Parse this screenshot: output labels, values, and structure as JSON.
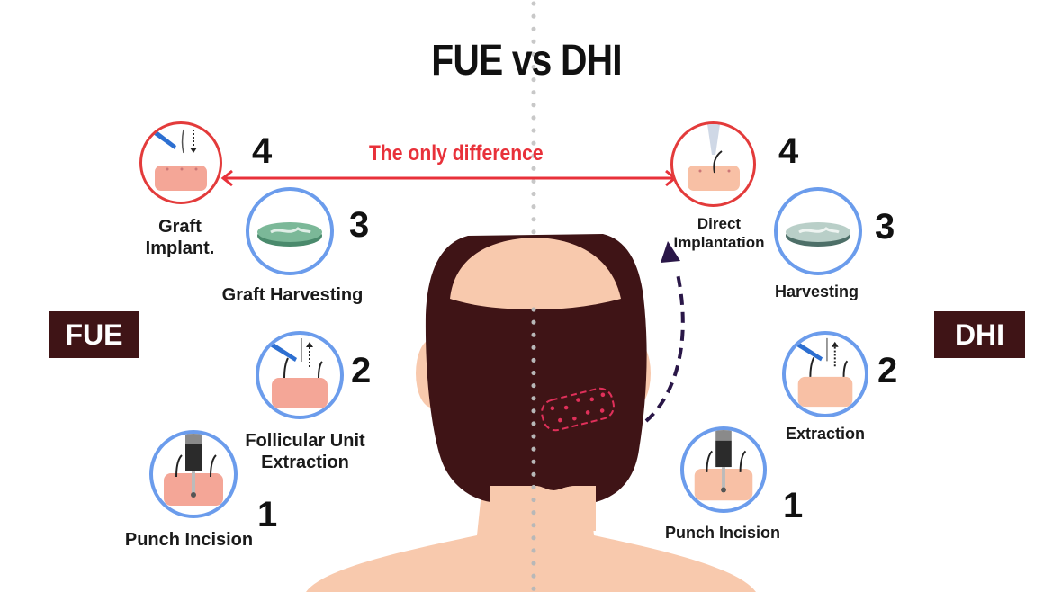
{
  "title": "FUE vs DHI",
  "difference_label": "The only difference",
  "colors": {
    "accent_red": "#e8313a",
    "circle_blue": "#6b9cec",
    "badge_bg": "#3f1416",
    "hair": "#3f1416",
    "skin": "#f8c9ad",
    "arrow_dark": "#2a1748",
    "graft_patch": "#e0305a"
  },
  "fue": {
    "badge": "FUE",
    "steps": [
      {
        "number": "1",
        "label": "Punch Incision",
        "icon": "punch-tool-icon"
      },
      {
        "number": "2",
        "label_line1": "Follicular Unit",
        "label_line2": "Extraction",
        "icon": "tweezers-extraction-icon"
      },
      {
        "number": "3",
        "label": "Graft Harvesting",
        "icon": "petri-dish-icon"
      },
      {
        "number": "4",
        "label_line1": "Graft",
        "label_line2": "Implant.",
        "icon": "tweezers-implant-icon"
      }
    ]
  },
  "dhi": {
    "badge": "DHI",
    "steps": [
      {
        "number": "1",
        "label": "Punch Incision",
        "icon": "punch-tool-icon"
      },
      {
        "number": "2",
        "label": "Extraction",
        "icon": "tweezers-extraction-icon"
      },
      {
        "number": "3",
        "label": "Harvesting",
        "icon": "petri-dish-icon"
      },
      {
        "number": "4",
        "label_line1": "Direct",
        "label_line2": "Implantation",
        "icon": "implanter-pen-icon"
      }
    ]
  }
}
